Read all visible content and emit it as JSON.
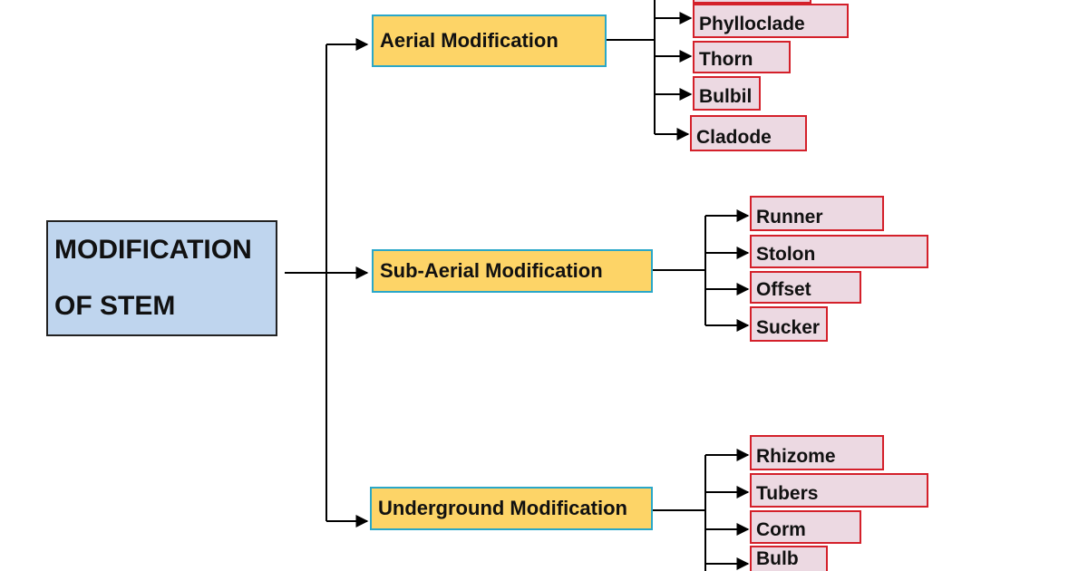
{
  "root": {
    "line1": "MODIFICATION",
    "line2": "OF STEM"
  },
  "categories": [
    {
      "label": "Aerial Modification"
    },
    {
      "label": "Sub-Aerial Modification"
    },
    {
      "label": "Underground Modification"
    }
  ],
  "aerial_items": [
    "Phylloclade",
    "Thorn",
    "Bulbil",
    "Cladode"
  ],
  "subaerial_items": [
    "Runner",
    "Stolon",
    "Offset",
    "Sucker"
  ],
  "underground_items": [
    "Rhizome",
    "Tubers",
    "Corm",
    "Bulb"
  ],
  "colors": {
    "root_fill": "#bfd5ee",
    "category_fill": "#fdd467",
    "category_border": "#2aa7c8",
    "leaf_fill": "#ecd9e2",
    "leaf_border": "#d4202a"
  }
}
